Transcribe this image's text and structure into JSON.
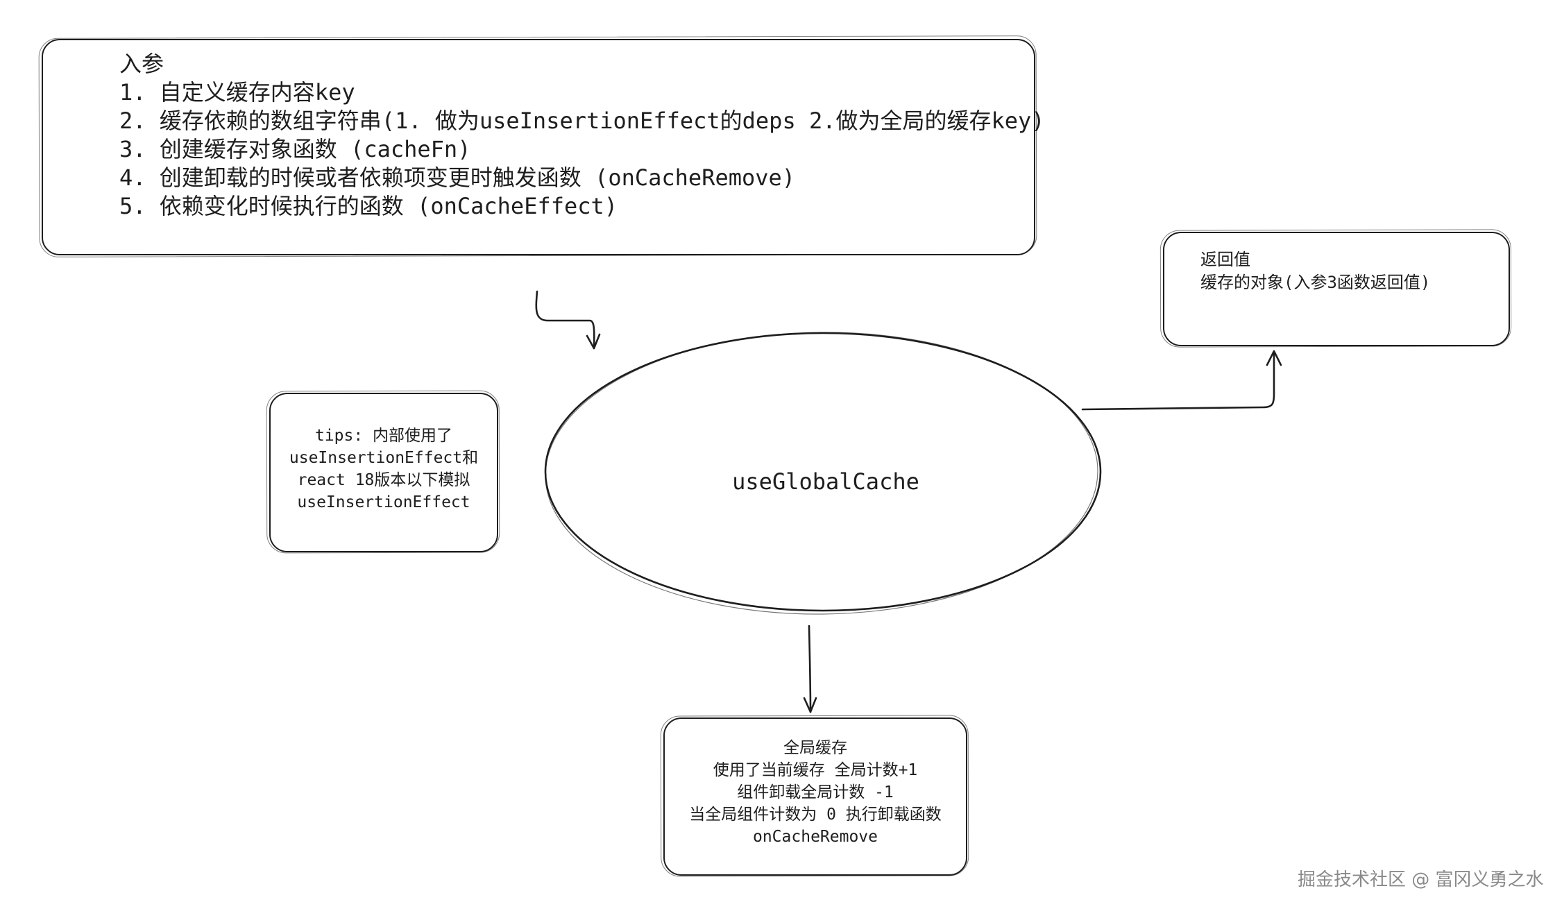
{
  "params": {
    "title": "入参",
    "items": [
      "1. 自定义缓存内容key",
      "2. 缓存依赖的数组字符串(1. 做为useInsertionEffect的deps 2.做为全局的缓存key)",
      "3. 创建缓存对象函数 (cacheFn)",
      "4. 创建卸载的时候或者依赖项变更时触发函数 (onCacheRemove)",
      "5. 依赖变化时候执行的函数 (onCacheEffect)"
    ]
  },
  "return_value": {
    "title": "返回值",
    "desc": "缓存的对象(入参3函数返回值)"
  },
  "tips": {
    "lines": [
      "tips: 内部使用了",
      "useInsertionEffect和",
      "react 18版本以下模拟",
      "useInsertionEffect"
    ]
  },
  "center": {
    "label": "useGlobalCache"
  },
  "global_cache": {
    "lines": [
      "全局缓存",
      "使用了当前缓存 全局计数+1",
      "组件卸载全局计数 -1",
      "当全局组件计数为 0 执行卸载函数",
      "onCacheRemove"
    ]
  },
  "watermark": "掘金技术社区 @ 富冈义勇之水",
  "colors": {
    "stroke": "#1e1e1e",
    "watermark": "#8a8a8a"
  }
}
